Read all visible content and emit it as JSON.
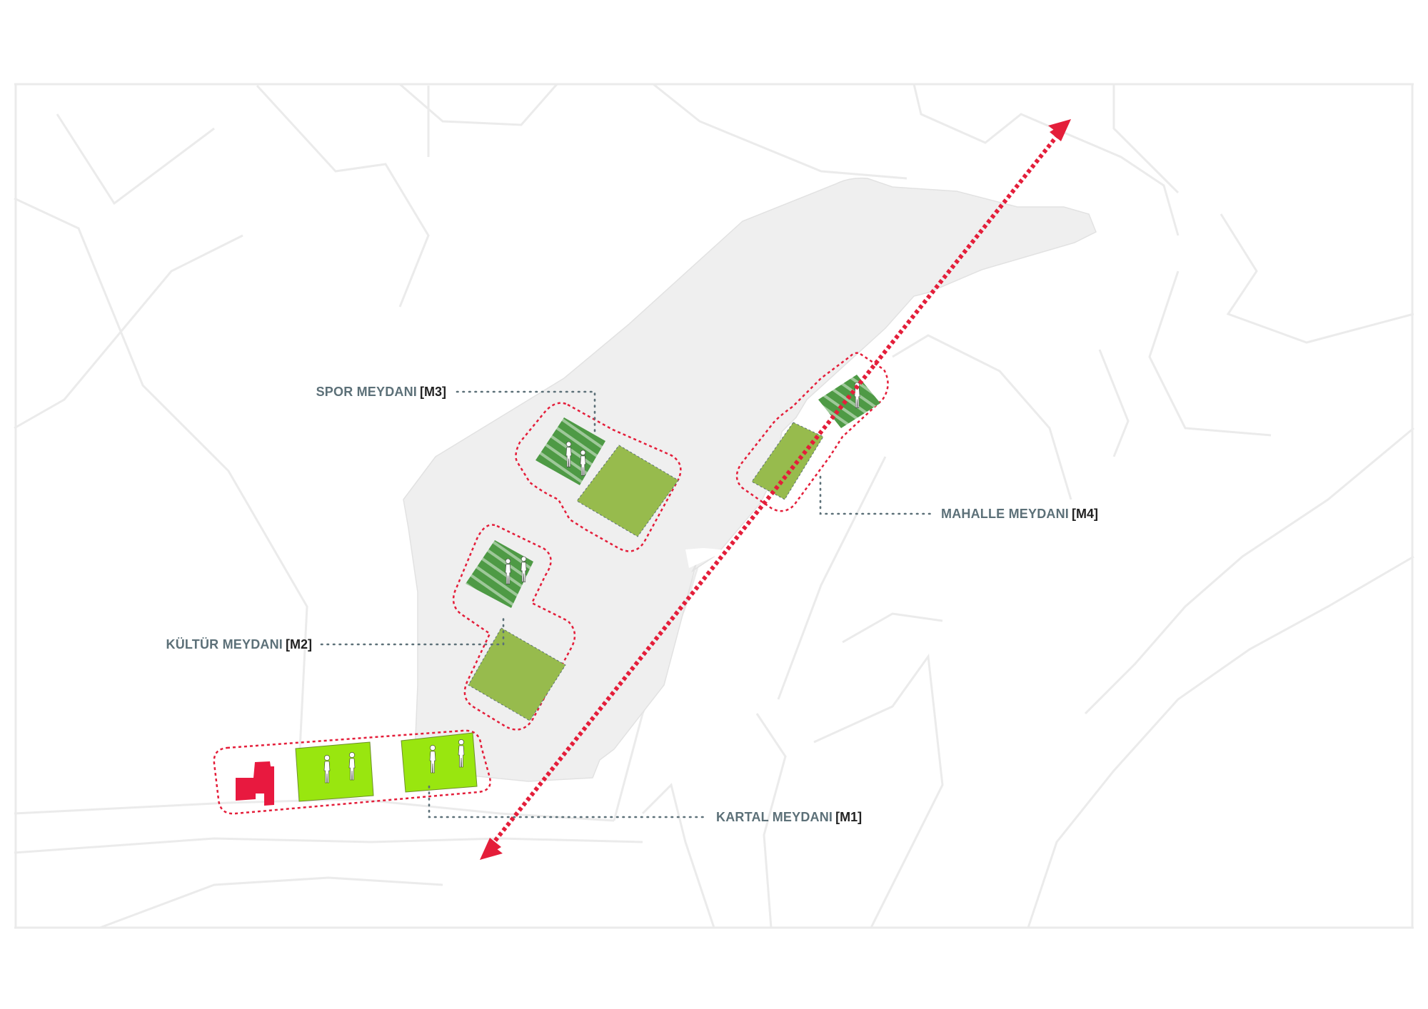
{
  "colors": {
    "background": "#ffffff",
    "street_lines": "#ebebeb",
    "site_area": "#efefef",
    "site_border": "#e2e2e2",
    "boundary_red": "#e41e3a",
    "leader_dots": "#5c7078",
    "label_text": "#5c7078",
    "label_code": "#222222",
    "plaza_bright_green": "#99e60f",
    "plaza_olive_green": "#97bb4d",
    "plaza_dark_green": "#4e9a45",
    "building_red": "#e8193f"
  },
  "labels": {
    "m1": {
      "name": "KARTAL MEYDANI",
      "code": "[M1]"
    },
    "m2": {
      "name": "KÜLTÜR MEYDANI",
      "code": "[M2]"
    },
    "m3": {
      "name": "SPOR MEYDANI",
      "code": "[M3]"
    },
    "m4": {
      "name": "MAHALLE MEYDANI",
      "code": "[M4]"
    }
  },
  "icons": {
    "axis_arrow": "double-headed-arrow-icon",
    "people": "pedestrian-icon",
    "landmark": "red-building-icon"
  }
}
